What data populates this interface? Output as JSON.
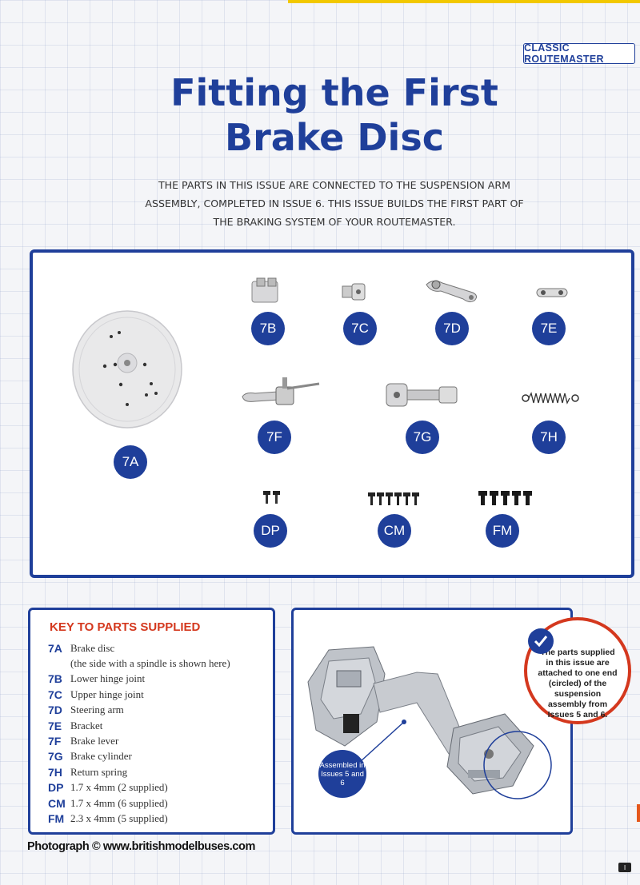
{
  "series_tag": "CLASSIC ROUTEMASTER",
  "title": [
    "Fitting the First",
    "Brake Disc"
  ],
  "intro": "THE PARTS IN THIS ISSUE ARE CONNECTED TO THE SUSPENSION ARM ASSEMBLY, COMPLETED IN ISSUE 6. THIS ISSUE BUILDS THE FIRST PART OF THE BRAKING SYSTEM OF YOUR ROUTEMASTER.",
  "parts": {
    "7A": "7A",
    "7B": "7B",
    "7C": "7C",
    "7D": "7D",
    "7E": "7E",
    "7F": "7F",
    "7G": "7G",
    "7H": "7H",
    "DP": "DP",
    "CM": "CM",
    "FM": "FM"
  },
  "key": {
    "title": "KEY TO PARTS SUPPLIED",
    "items": [
      {
        "code": "7A",
        "desc": "Brake disc"
      },
      {
        "code": "",
        "desc": "(the side with a spindle is shown here)"
      },
      {
        "code": "7B",
        "desc": "Lower hinge joint"
      },
      {
        "code": "7C",
        "desc": "Upper hinge joint"
      },
      {
        "code": "7D",
        "desc": "Steering arm"
      },
      {
        "code": "7E",
        "desc": "Bracket"
      },
      {
        "code": "7F",
        "desc": "Brake lever"
      },
      {
        "code": "7G",
        "desc": "Brake cylinder"
      },
      {
        "code": "7H",
        "desc": "Return spring"
      },
      {
        "code": "DP",
        "desc": "1.7 x 4mm (2 supplied)"
      },
      {
        "code": "CM",
        "desc": "1.7 x 4mm (6 supplied)"
      },
      {
        "code": "FM",
        "desc": "2.3 x 4mm (5 supplied)"
      }
    ]
  },
  "assembled_label": "Assembled in Issues 5 and 6",
  "info_text": "The parts supplied in this issue are attached to one end (circled) of the suspension assembly from Issues 5 and 6.",
  "credit": "Photograph © www.britishmodelbuses.com",
  "page_number": "I",
  "colors": {
    "accent_blue": "#1f3f9a",
    "accent_red": "#d4381e"
  }
}
